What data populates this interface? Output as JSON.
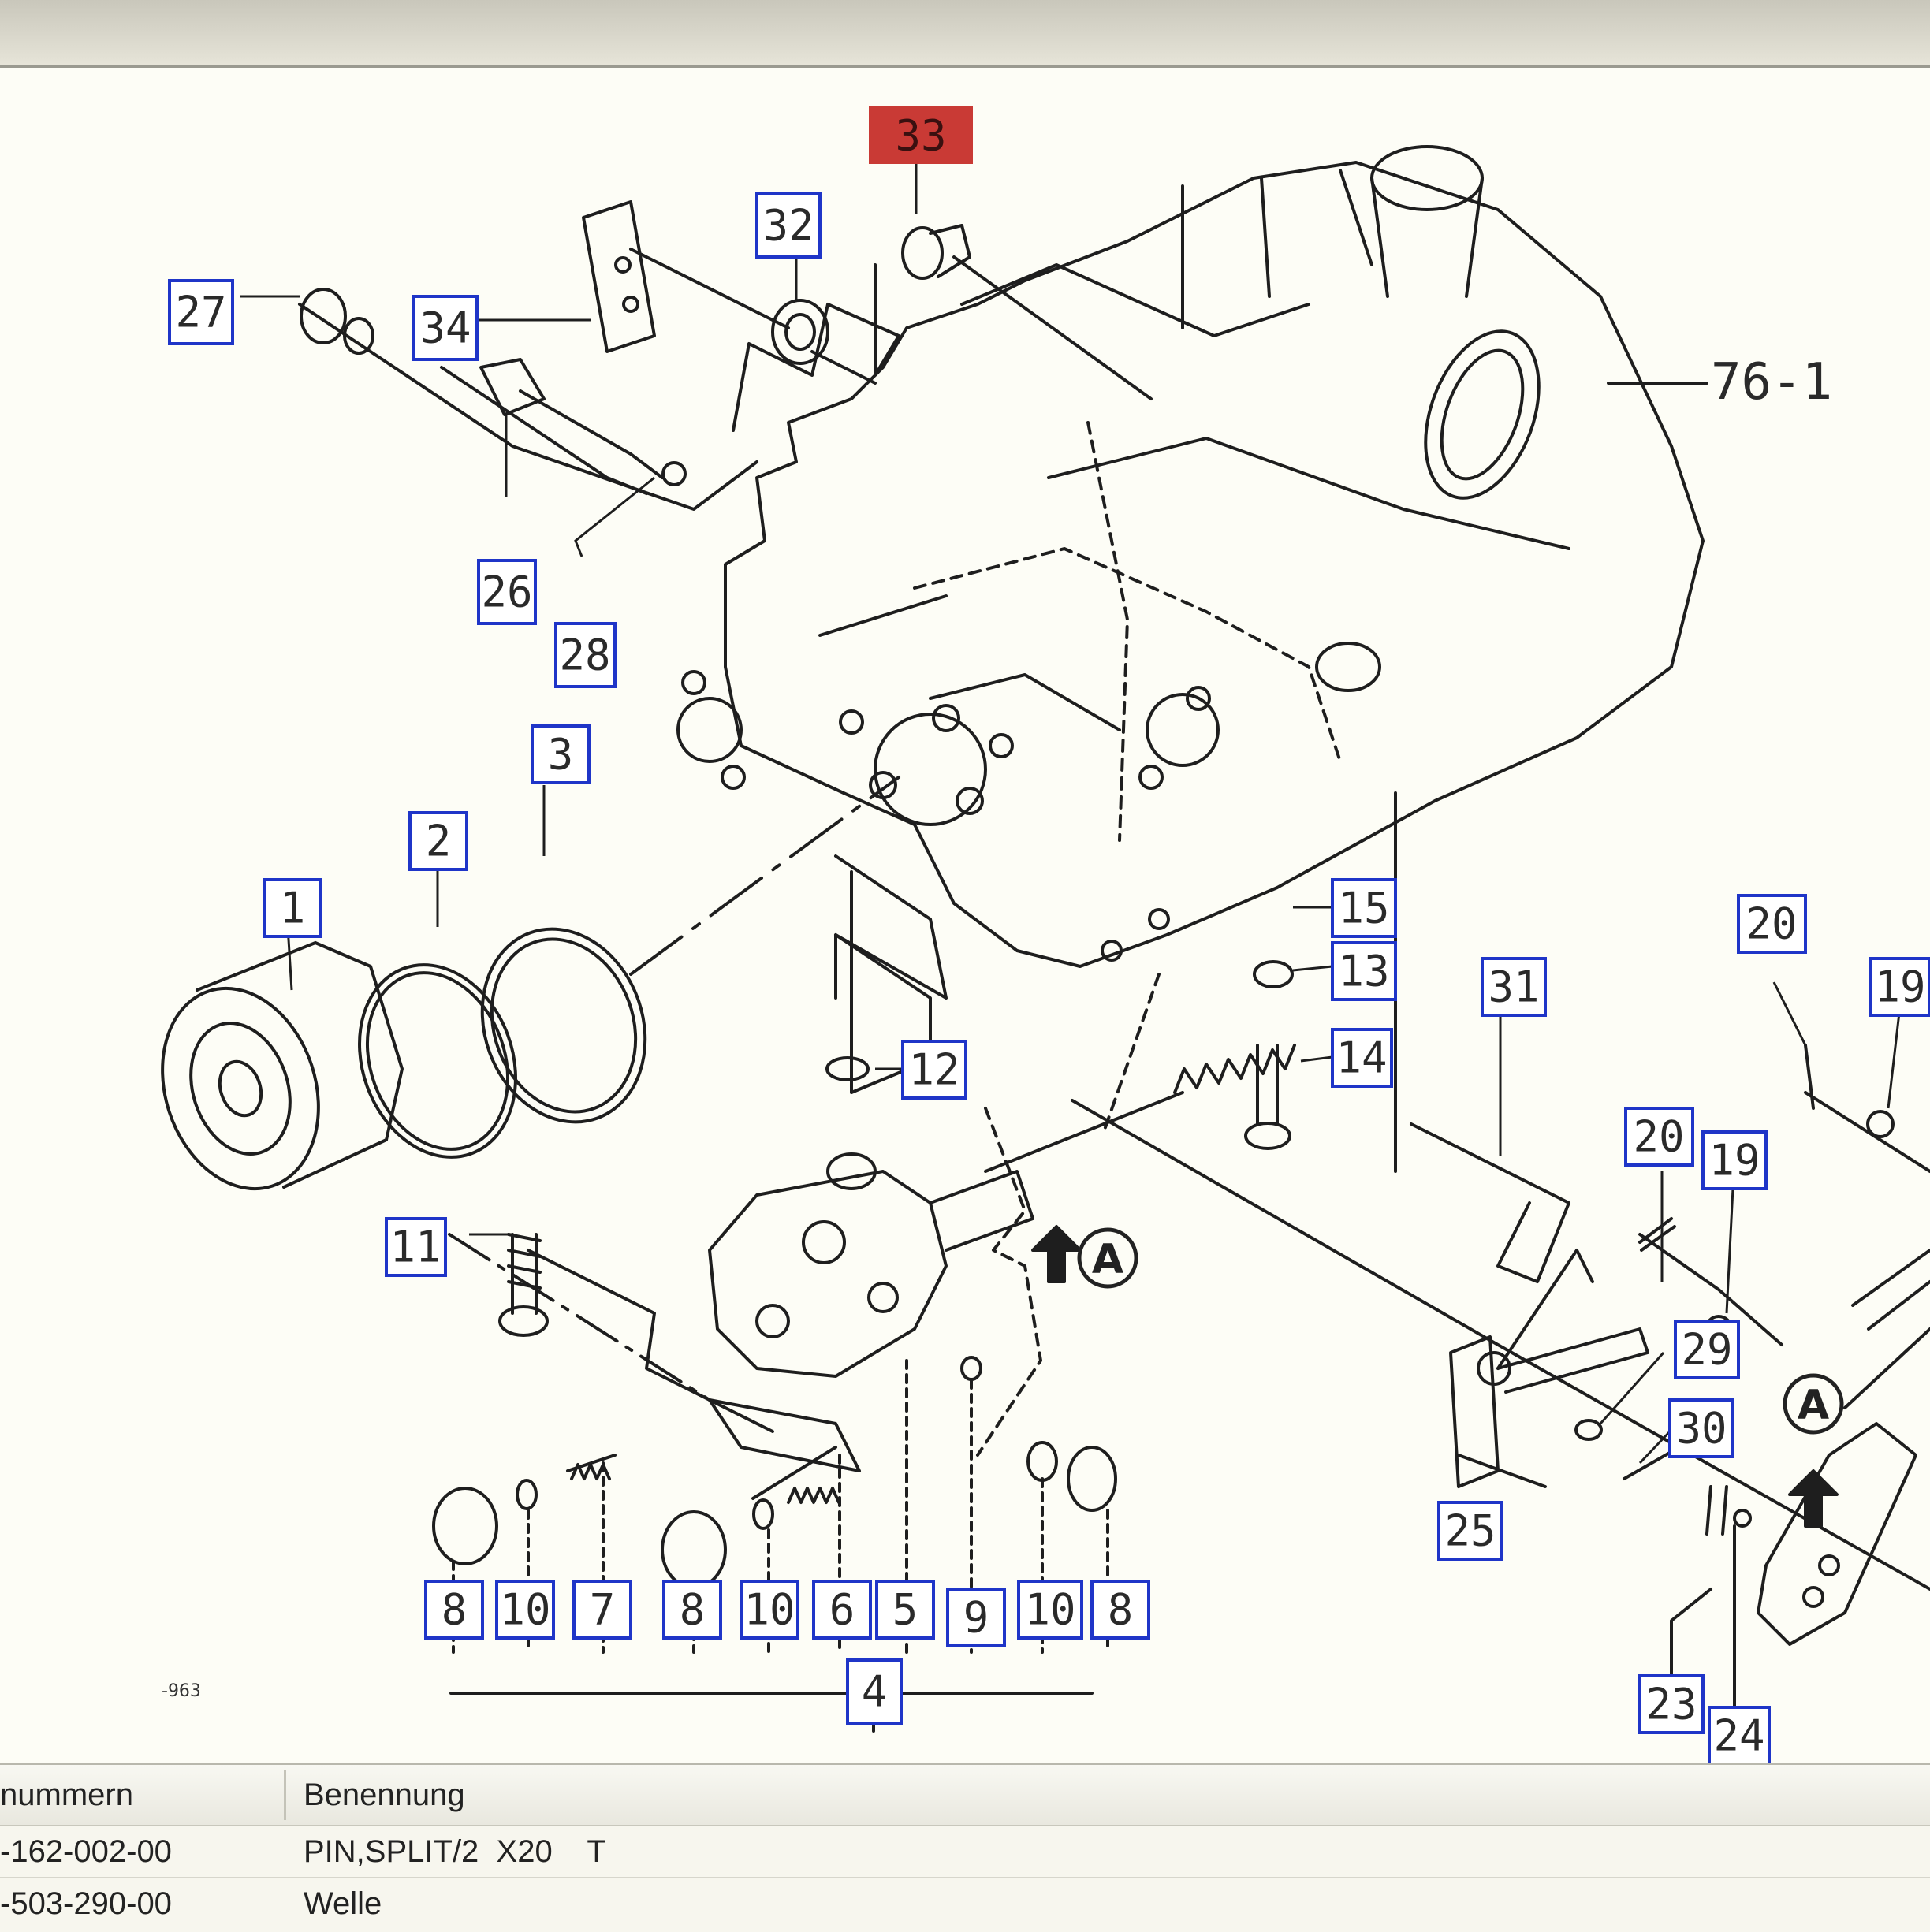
{
  "diagram": {
    "selected_callout": "33",
    "callouts": [
      {
        "id": "c-33",
        "label": "33",
        "selected": true
      },
      {
        "id": "c-32",
        "label": "32"
      },
      {
        "id": "c-27",
        "label": "27"
      },
      {
        "id": "c-34",
        "label": "34"
      },
      {
        "id": "c-26",
        "label": "26"
      },
      {
        "id": "c-28",
        "label": "28"
      },
      {
        "id": "c-3",
        "label": "3"
      },
      {
        "id": "c-2",
        "label": "2"
      },
      {
        "id": "c-1",
        "label": "1"
      },
      {
        "id": "c-15",
        "label": "15"
      },
      {
        "id": "c-13",
        "label": "13"
      },
      {
        "id": "c-14",
        "label": "14"
      },
      {
        "id": "c-12",
        "label": "12"
      },
      {
        "id": "c-31",
        "label": "31"
      },
      {
        "id": "c-20a",
        "label": "20"
      },
      {
        "id": "c-19a",
        "label": "19"
      },
      {
        "id": "c-20b",
        "label": "20"
      },
      {
        "id": "c-19b",
        "label": "19"
      },
      {
        "id": "c-11",
        "label": "11"
      },
      {
        "id": "c-29",
        "label": "29"
      },
      {
        "id": "c-30",
        "label": "30"
      },
      {
        "id": "c-25",
        "label": "25"
      },
      {
        "id": "c-23",
        "label": "23"
      },
      {
        "id": "c-24",
        "label": "24"
      },
      {
        "id": "c-8a",
        "label": "8"
      },
      {
        "id": "c-10a",
        "label": "10"
      },
      {
        "id": "c-7",
        "label": "7"
      },
      {
        "id": "c-8b",
        "label": "8"
      },
      {
        "id": "c-10b",
        "label": "10"
      },
      {
        "id": "c-6",
        "label": "6"
      },
      {
        "id": "c-5",
        "label": "5"
      },
      {
        "id": "c-9",
        "label": "9"
      },
      {
        "id": "c-10c",
        "label": "10"
      },
      {
        "id": "c-8c",
        "label": "8"
      },
      {
        "id": "c-4",
        "label": "4"
      }
    ],
    "housing_reference": "76-1",
    "circle_markers": [
      "A",
      "A"
    ],
    "drawing_code": "-963"
  },
  "table": {
    "columns": [
      "nummern",
      "Benennung"
    ],
    "rows": [
      {
        "number": "-162-002-00",
        "name": "PIN,SPLIT/2  X20    T"
      },
      {
        "number": "-503-290-00",
        "name": "Welle"
      }
    ]
  },
  "colors": {
    "callout_border": "#1f35c8",
    "selected_callout": "#c93a35",
    "line_art": "#1e1e1e",
    "diagram_background": "#fdfdf6"
  }
}
